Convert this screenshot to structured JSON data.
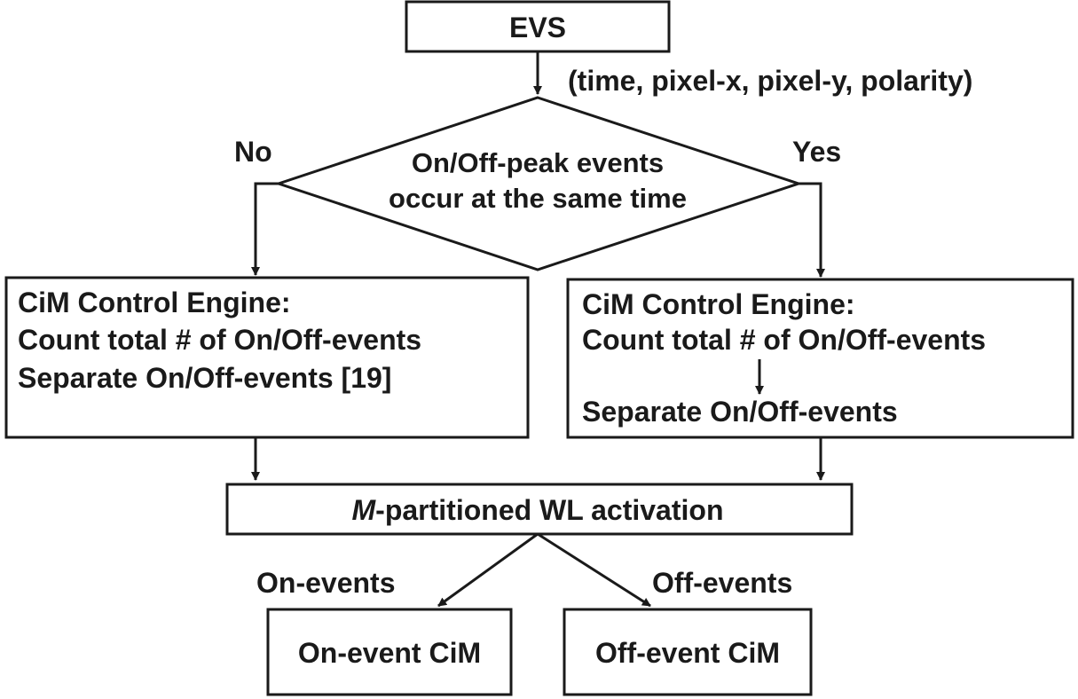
{
  "source": {
    "label": "EVS"
  },
  "event_tuple": "(time, pixel-x, pixel-y, polarity)",
  "decision": {
    "line1": "On/Off-peak events",
    "line2": "occur at the same time",
    "no_label": "No",
    "yes_label": "Yes"
  },
  "left_engine": {
    "title": "CiM Control Engine:",
    "line1": "Count total # of On/Off-events",
    "line2": "Separate On/Off-events [19]"
  },
  "right_engine": {
    "title": "CiM Control Engine:",
    "line1": "Count total # of On/Off-events",
    "line2": "Separate On/Off-events"
  },
  "activation": {
    "italic_prefix": "M",
    "rest": "-partitioned WL activation"
  },
  "branches": {
    "on_label": "On-events",
    "off_label": "Off-events"
  },
  "outputs": {
    "on_cim": "On-event CiM",
    "off_cim": "Off-event CiM"
  },
  "colors": {
    "stroke": "#1a1a1a",
    "background": "#ffffff"
  }
}
